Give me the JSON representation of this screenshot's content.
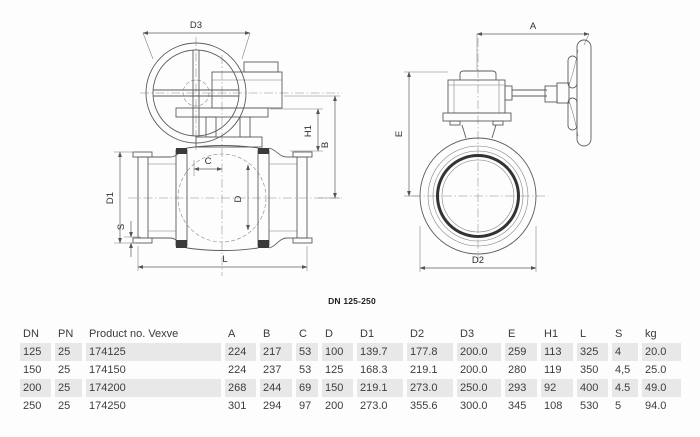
{
  "drawing": {
    "caption": "DN 125-250",
    "labels": {
      "d3": "D3",
      "c": "C",
      "d1": "D1",
      "d": "D",
      "s": "S",
      "l": "L",
      "h1": "H1",
      "b": "B",
      "a": "A",
      "e": "E",
      "d2": "D2"
    }
  },
  "table": {
    "columns": [
      "DN",
      "PN",
      "Product no. Vexve",
      "A",
      "B",
      "C",
      "D",
      "D1",
      "D2",
      "D3",
      "E",
      "H1",
      "L",
      "S",
      "kg"
    ],
    "rows": [
      [
        "125",
        "25",
        "174125",
        "224",
        "217",
        "53",
        "100",
        "139.7",
        "177.8",
        "200.0",
        "259",
        "113",
        "325",
        "4",
        "20.0"
      ],
      [
        "150",
        "25",
        "174150",
        "224",
        "237",
        "53",
        "125",
        "168.3",
        "219.1",
        "200.0",
        "280",
        "119",
        "350",
        "4,5",
        "25.0"
      ],
      [
        "200",
        "25",
        "174200",
        "268",
        "244",
        "69",
        "150",
        "219.1",
        "273.0",
        "250.0",
        "293",
        "92",
        "400",
        "4.5",
        "49.0"
      ],
      [
        "250",
        "25",
        "174250",
        "301",
        "294",
        "97",
        "200",
        "273.0",
        "355.6",
        "300.0",
        "345",
        "108",
        "530",
        "5",
        "94.0"
      ]
    ],
    "striped_rows": [
      0,
      2
    ]
  },
  "colors": {
    "stripe": "#e8e8e8",
    "line": "#5c5c5c",
    "text": "#3d3d3d"
  }
}
